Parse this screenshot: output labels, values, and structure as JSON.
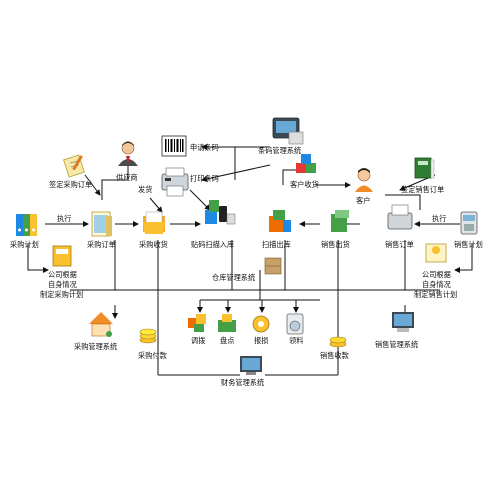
{
  "diagram": {
    "nodes": {
      "sign_purchase_order": "签定采购订单",
      "supplier": "供应商",
      "apply_barcode": "申请条码",
      "barcode_system": "条码管理系统",
      "print_barcode": "打印条码",
      "ship": "发货",
      "customer_receive": "客户收货",
      "customer": "客户",
      "sign_sales_order": "签定销售订单",
      "execute_left": "执行",
      "execute_right": "执行",
      "purchase_plan": "采购计划",
      "purchase_order": "采购订单",
      "purchase_receive": "采购收货",
      "paste_scan_in": "贴码扫描入库",
      "scan_out": "扫描出库",
      "sales_ship": "销售出货",
      "sales_order": "销售订单",
      "sales_plan": "销售计划",
      "company_basis_left": [
        "公司根据",
        "自身情况",
        "制定采购计划"
      ],
      "company_basis_right": [
        "公司根据",
        "自身情况",
        "制定销售计划"
      ],
      "warehouse_system": "仓库管理系统",
      "transfer": "调拨",
      "stocktake": "盘点",
      "report_loss": "报损",
      "requisition": "领料",
      "purchase_mgmt_system": "采购管理系统",
      "sales_mgmt_system": "销售管理系统",
      "purchase_payment": "采购付款",
      "sales_collection": "销售收款",
      "finance_system": "财务管理系统"
    },
    "icons": [
      "notepad-pencil-icon",
      "supplier-person-icon",
      "barcode-icon",
      "barcode-server-icon",
      "printer-icon",
      "customer-boxes-icon",
      "customer-person-icon",
      "green-book-icon",
      "binders-icon",
      "folder-doc-icon",
      "open-folder-icon",
      "scanner-boxes-icon",
      "scanner-stack-icon",
      "sales-boxes-icon",
      "sales-printer-icon",
      "sales-phone-icon",
      "manual-icon",
      "map-icon",
      "house-icon",
      "boxes-icon",
      "transfer-boxes-icon",
      "stocktake-icon",
      "loss-gear-icon",
      "washer-icon",
      "coins-icon",
      "computer-icon",
      "coins-right-icon",
      "computer-right-icon",
      "dollar-icon"
    ]
  }
}
